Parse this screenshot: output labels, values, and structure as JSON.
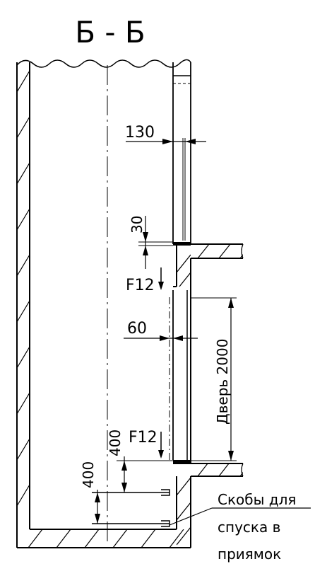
{
  "drawing": {
    "section_title": "Б - Б",
    "dims": {
      "wall_top": "130",
      "slab_gap": "30",
      "wall_door": "60",
      "level_1": "400",
      "level_2": "400"
    },
    "loads": {
      "upper": "F12",
      "lower": "F12"
    },
    "door_label": "Дверь 2000",
    "note_lines": [
      "Скобы для",
      "спуска в",
      "приямок"
    ]
  }
}
